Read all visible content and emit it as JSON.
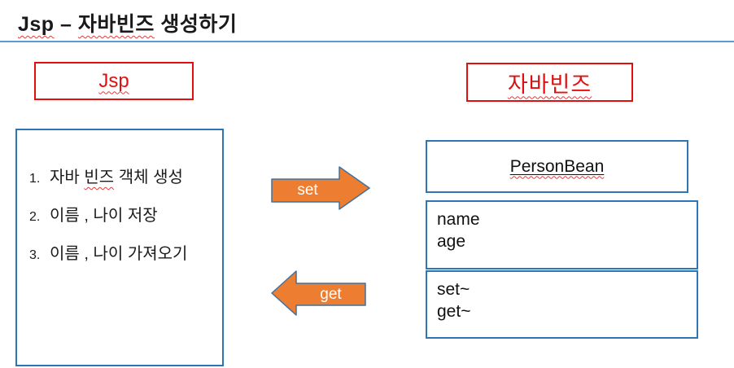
{
  "slide": {
    "title": {
      "segments": [
        {
          "text": "Jsp",
          "wavy": true
        },
        {
          "text": " – ",
          "wavy": false
        },
        {
          "text": "자바빈즈",
          "wavy": true
        },
        {
          "text": " 생성하기",
          "wavy": false
        }
      ]
    },
    "jsp_label_box": {
      "label": "Jsp"
    },
    "javabeans_label_box": {
      "label": "자바빈즈"
    },
    "left_panel": {
      "items": [
        {
          "number": "1.",
          "segments": [
            {
              "text": "자바 ",
              "wavy": false
            },
            {
              "text": "빈즈",
              "wavy": true
            },
            {
              "text": " 객체 생성",
              "wavy": false
            }
          ]
        },
        {
          "number": "2.",
          "text": "이름 , 나이 저장"
        },
        {
          "number": "3.",
          "text": "이름 , 나이 가져오기"
        }
      ]
    },
    "arrows": {
      "set_label": "set",
      "get_label": "get"
    },
    "bean_panel": {
      "class_name": "PersonBean",
      "fields": [
        "name",
        "age"
      ],
      "methods": [
        "set~",
        "get~"
      ]
    },
    "colors": {
      "accent_red": "#e01010",
      "accent_blue": "#2e75b6",
      "divider_blue": "#5b9bd5",
      "arrow_orange": "#ed7d31",
      "arrow_outline": "#41719c",
      "squiggle_red": "#e03c3c",
      "arrow_text": "#ffffff"
    }
  }
}
